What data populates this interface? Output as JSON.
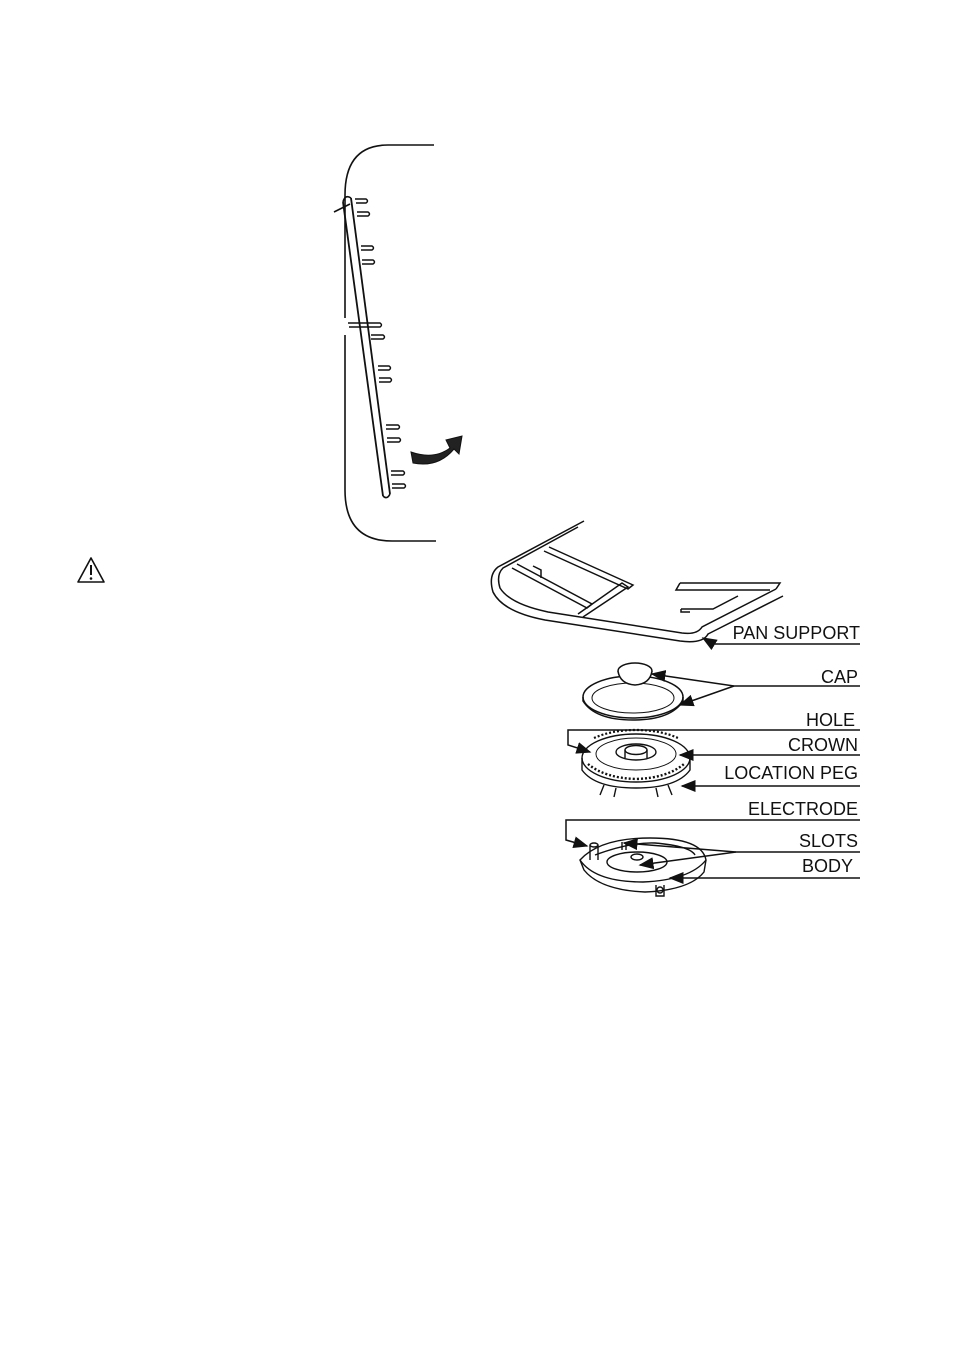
{
  "diagram": {
    "labels": {
      "pan_support": "PAN SUPPORT",
      "cap": "CAP",
      "hole": "HOLE",
      "crown": "CROWN",
      "location_peg": "LOCATION PEG",
      "electrode": "ELECTRODE",
      "slots": "SLOTS",
      "body": "BODY"
    }
  },
  "icons": {
    "warning": "warning-triangle-icon",
    "arrow": "curved-arrow-icon"
  }
}
